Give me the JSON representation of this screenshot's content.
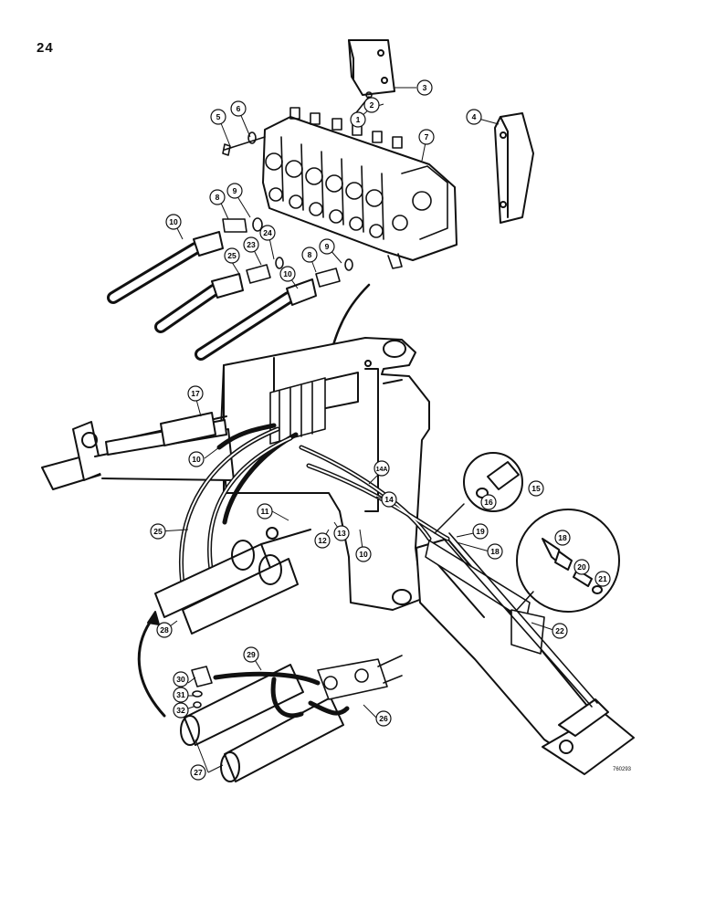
{
  "page_number": "24",
  "figure_ref": "760293",
  "callouts": [
    "1",
    "2",
    "3",
    "4",
    "5",
    "6",
    "7",
    "8",
    "9",
    "10",
    "11",
    "12",
    "13",
    "14",
    "14A",
    "15",
    "16",
    "17",
    "18",
    "19",
    "20",
    "21",
    "22",
    "23",
    "24",
    "25",
    "26",
    "27",
    "28",
    "29",
    "30",
    "31",
    "32"
  ],
  "colors": {
    "ink": "#111111",
    "paper": "#ffffff"
  }
}
